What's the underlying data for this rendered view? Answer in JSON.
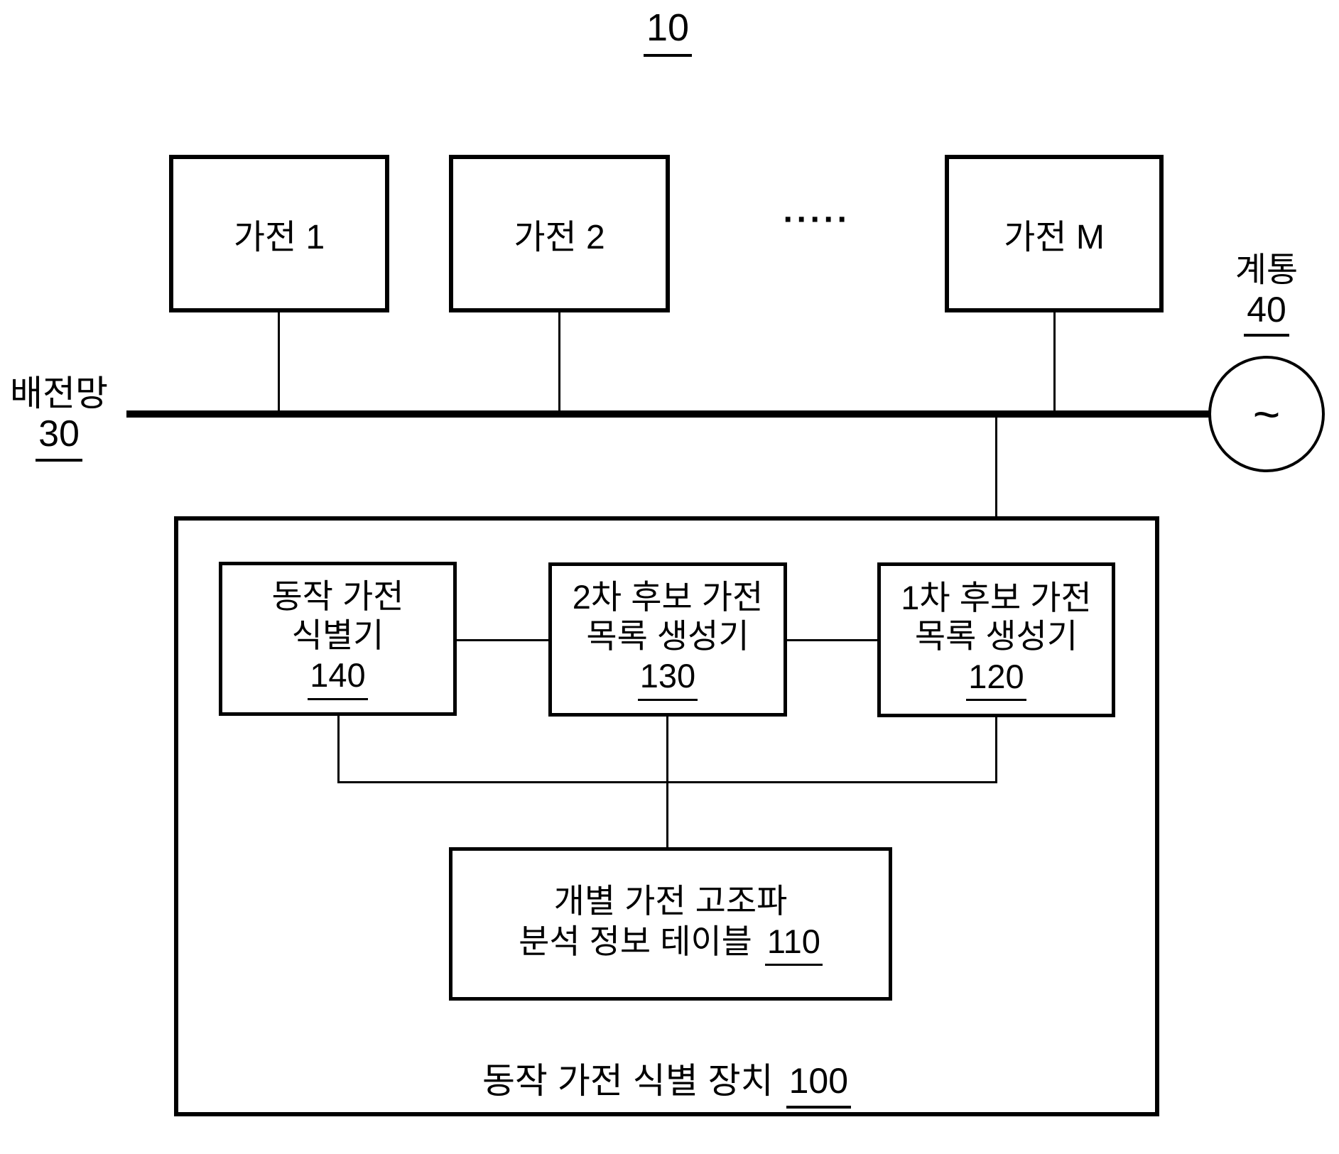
{
  "figure_label": "10",
  "appliances": [
    {
      "label": "가전 1"
    },
    {
      "label": "가전 2"
    },
    {
      "label": "가전 M"
    }
  ],
  "ellipsis": "·····",
  "distribution_network": {
    "name": "배전망",
    "ref": "30"
  },
  "grid": {
    "name": "계통",
    "ref": "40",
    "symbol": "~"
  },
  "device": {
    "name": "동작 가전 식별 장치",
    "ref": "100",
    "components": {
      "identifier": {
        "line1": "동작 가전",
        "line2": "식별기",
        "ref": "140"
      },
      "secondary_list_generator": {
        "line1": "2차 후보 가전",
        "line2": "목록 생성기",
        "ref": "130"
      },
      "primary_list_generator": {
        "line1": "1차 후보 가전",
        "line2": "목록 생성기",
        "ref": "120"
      },
      "harmonic_table": {
        "line1": "개별 가전 고조파",
        "line2": "분석 정보 테이블",
        "ref": "110"
      }
    }
  }
}
